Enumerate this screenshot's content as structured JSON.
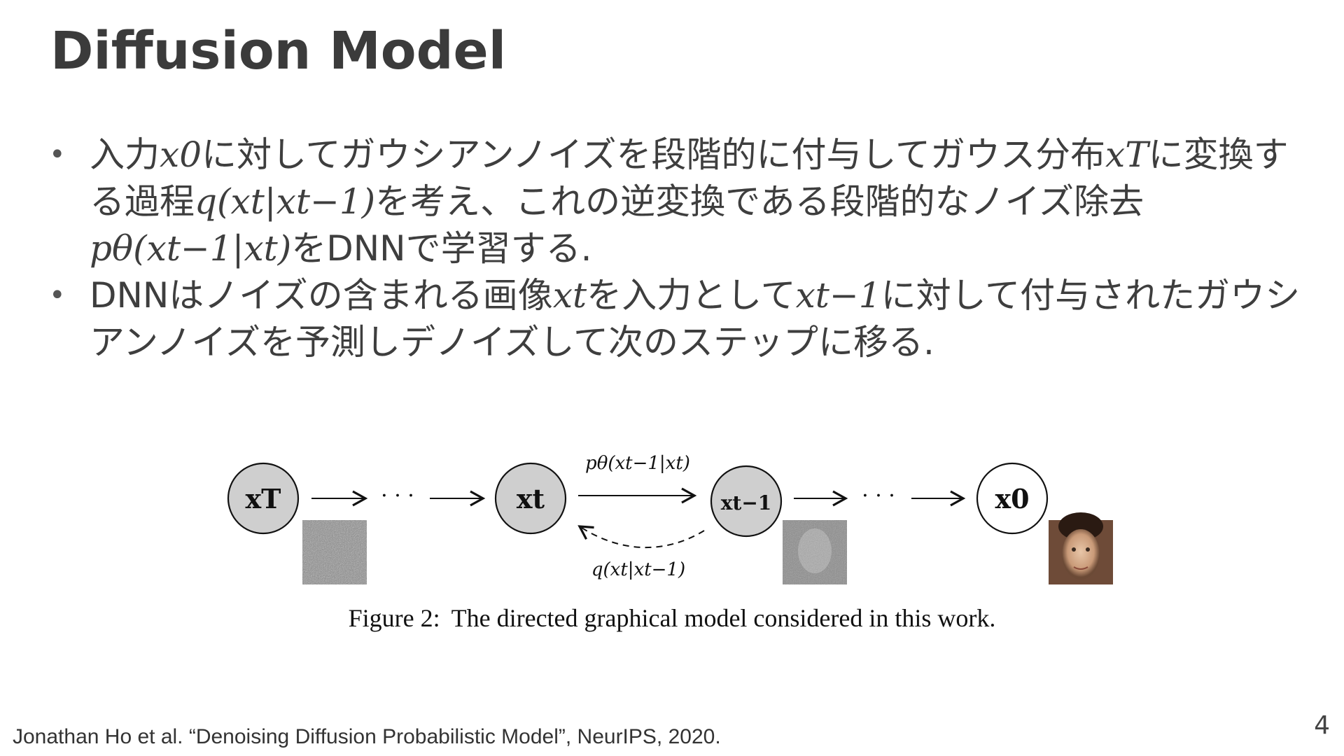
{
  "slide": {
    "title": "Diffusion Model",
    "page_number": "4",
    "citation": "Jonathan Ho et al. “Denoising Diffusion Probabilistic Model”, NeurIPS, 2020."
  },
  "bullets": [
    {
      "parts": [
        "入力",
        "x0",
        "に対してガウシアンノイズを段階的に付与してガウス分布",
        "xT",
        "に変換する過程",
        "q(xt|xt−1)",
        "を考え、これの逆変換である段階的なノイズ除去",
        "pθ(xt−1|xt)",
        "をDNNで学習する."
      ]
    },
    {
      "parts": [
        "DNNはノイズの含まれる画像",
        "xt",
        "を入力として",
        "xt−1",
        "に対して付与されたガウシアンノイズを予測しデノイズして次のステップに移る."
      ]
    }
  ],
  "figure": {
    "caption_label": "Figure 2:",
    "caption_text": "The directed graphical model considered in this work.",
    "nodes": [
      "xT",
      "xt",
      "xt−1",
      "x0"
    ],
    "ellipsis": "· · ·",
    "forward_label": "pθ(xt−1|xt)",
    "reverse_label": "q(xt|xt−1)",
    "colors": {
      "node_fill_gray": "#cfcfcf",
      "node_fill_white": "#ffffff",
      "stroke": "#111111"
    }
  }
}
